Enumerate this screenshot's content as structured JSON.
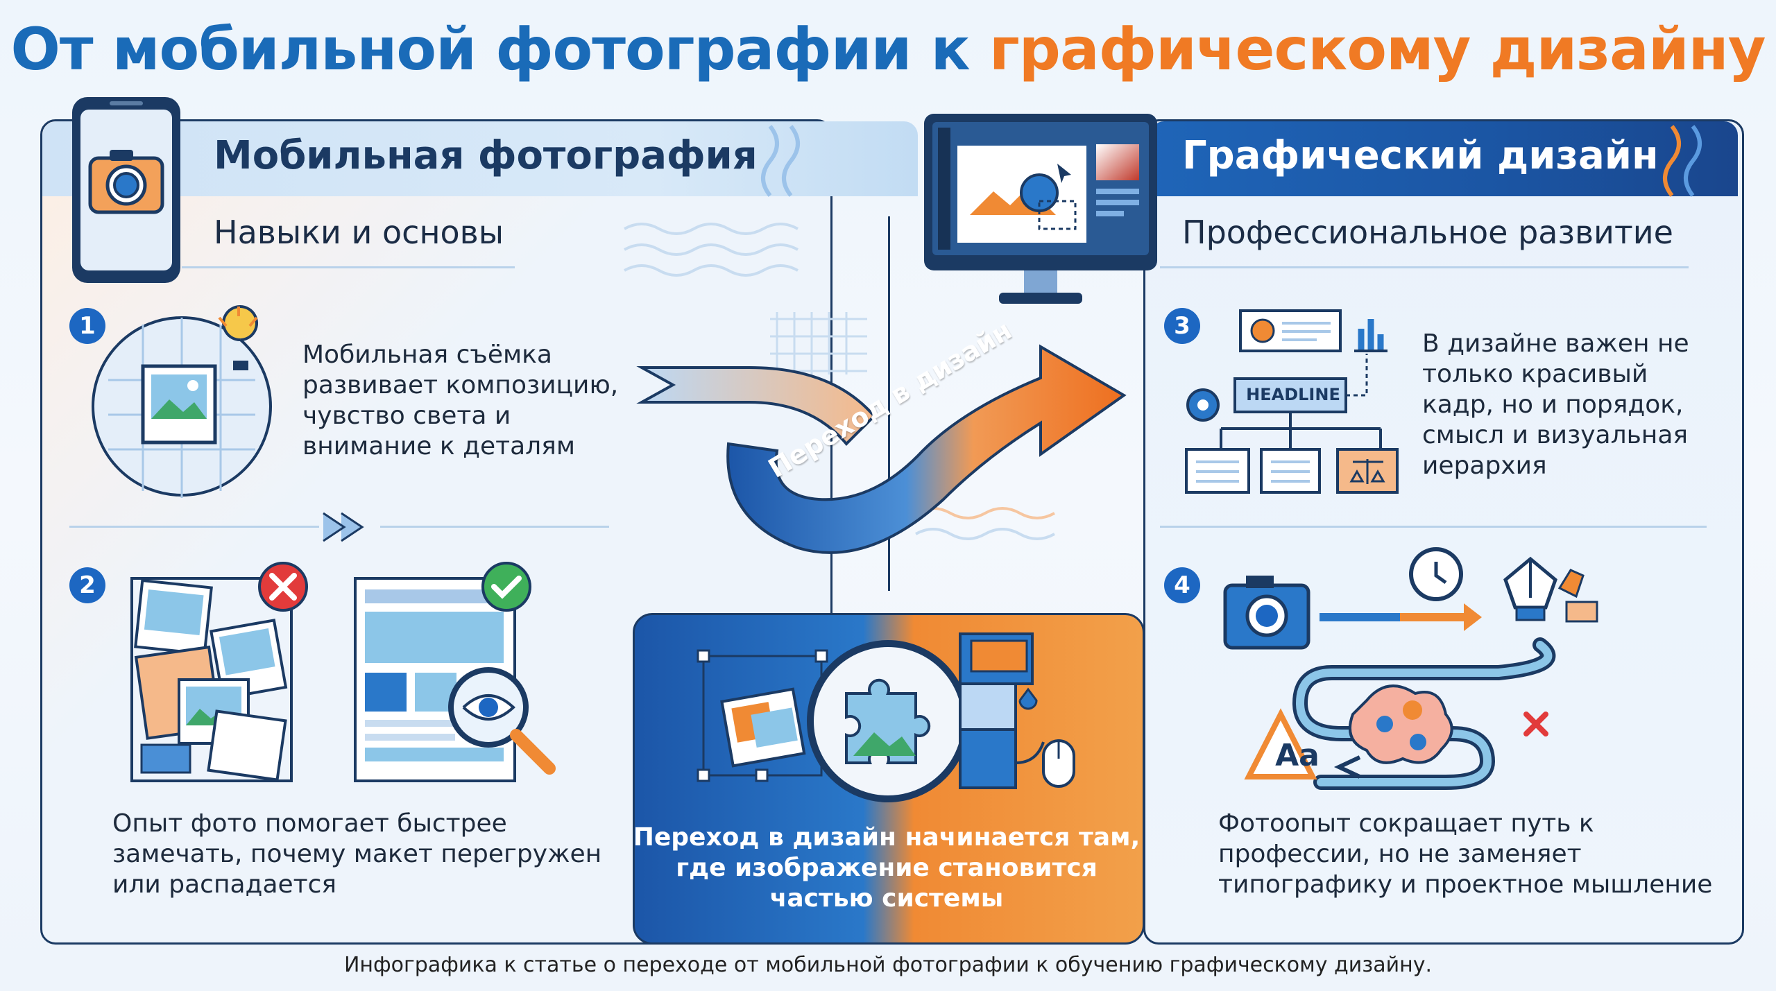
{
  "title": {
    "part1": "От мобильной фотографии к",
    "part2": "графическому дизайну",
    "part1_color": "#1a6bb8",
    "part2_color": "#f07a24"
  },
  "left_panel": {
    "title": "Мобильная фотография",
    "subtitle": "Навыки и основы",
    "step1": {
      "number": "1",
      "text": "Мобильная съёмка развивает композицию, чувство света и внимание к деталям"
    },
    "step2": {
      "number": "2",
      "text": "Опыт фото помогает быстрее замечать, почему макет перегружен или распадается"
    }
  },
  "right_panel": {
    "title": "Графический дизайн",
    "subtitle": "Профессиональное развитие",
    "step3": {
      "number": "3",
      "text": "В дизайне важен не только красивый кадр, но и порядок, смысл и визуальная иерархия",
      "headline_label": "HEADLINE"
    },
    "step4": {
      "number": "4",
      "text": "Фотоопыт сокращает путь к профессии, но не заменяет типографику и проектное мышление",
      "typography_label": "Aa"
    }
  },
  "center": {
    "arrow_label": "Переход в дизайн",
    "box_text": "Переход в дизайн начинается там, где изображение становится частью системы"
  },
  "footer": "Инфографика к статье о переходе от мобильной фотографии к обучению графическому дизайну.",
  "colors": {
    "blue": "#1d67c2",
    "navy": "#1b3a63",
    "orange": "#f07a24"
  }
}
